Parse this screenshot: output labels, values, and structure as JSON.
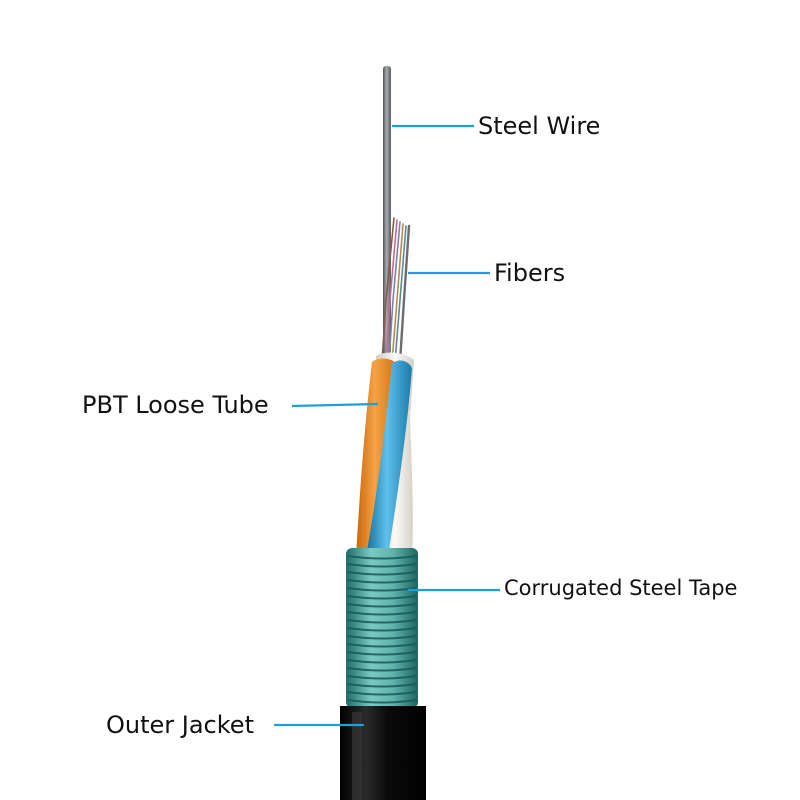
{
  "diagram": {
    "callouts": [
      {
        "id": "steel_wire",
        "label": "Steel Wire"
      },
      {
        "id": "fibers",
        "label": "Fibers"
      },
      {
        "id": "pbt_loose_tube",
        "label": "PBT Loose Tube"
      },
      {
        "id": "corrugated_steel_tape",
        "label": "Corrugated Steel Tape"
      },
      {
        "id": "outer_jacket",
        "label": "Outer Jacket"
      }
    ]
  },
  "colors": {
    "leader_line": "#1f9fd8",
    "steel_wire": "#6f7378",
    "loose_tube_orange": "#f08a1c",
    "loose_tube_blue": "#2398cf",
    "loose_tube_white": "#ece9e2",
    "corrugated_tape": "#3f9a96",
    "outer_jacket": "#0d0d0d",
    "background": "#ffffff"
  }
}
